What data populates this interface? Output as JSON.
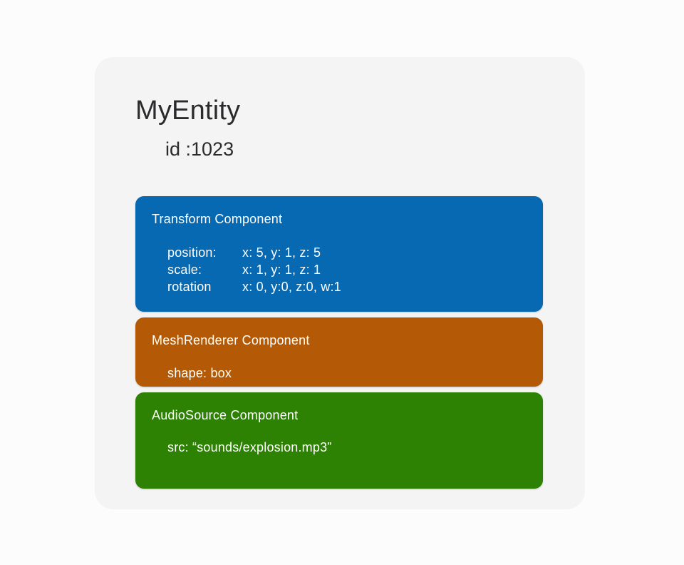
{
  "entity": {
    "name": "MyEntity",
    "id": "id :1023"
  },
  "colors": {
    "page_bg": "#FCFCFC",
    "card_bg": "#F5F4F4",
    "transform_bg": "#0769B2",
    "mesh_renderer_bg": "#B45A07",
    "audio_source_bg": "#2D8103",
    "text_dark": "#2B2B2E",
    "text_light": "#FFFFFF"
  },
  "components": [
    {
      "title": "Transform Component",
      "rows": [
        {
          "label": "position:",
          "value": "x: 5, y: 1, z: 5"
        },
        {
          "label": "scale:",
          "value": "x: 1, y: 1, z: 1"
        },
        {
          "label": "rotation",
          "value": "x: 0, y:0, z:0, w:1"
        }
      ]
    },
    {
      "title": "MeshRenderer Component",
      "text": "shape: box"
    },
    {
      "title": "AudioSource Component",
      "text": "src:  “sounds/explosion.mp3”"
    }
  ]
}
